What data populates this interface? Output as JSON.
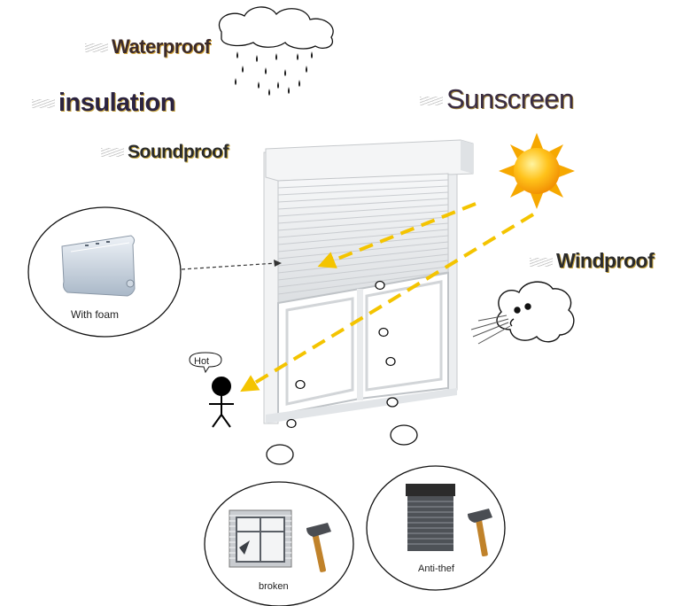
{
  "features": {
    "waterproof": "Waterproof",
    "insulation": "insulation",
    "soundproof": "Soundproof",
    "sunscreen": "Sunscreen",
    "windproof": "Windproof"
  },
  "labels": {
    "with_foam": "With foam",
    "hot": "Hot",
    "broken": "broken",
    "anti_theft": "Anti-thef"
  },
  "colors": {
    "sun_ray": "#f4c400",
    "sun": "#f6a800",
    "shutter": "#e6e8ea",
    "frame": "#f2f3f4",
    "person": "#000000"
  },
  "icons": [
    "cloud-rain-icon",
    "sun-icon",
    "wind-face-icon",
    "hammer-icon",
    "person-icon"
  ]
}
